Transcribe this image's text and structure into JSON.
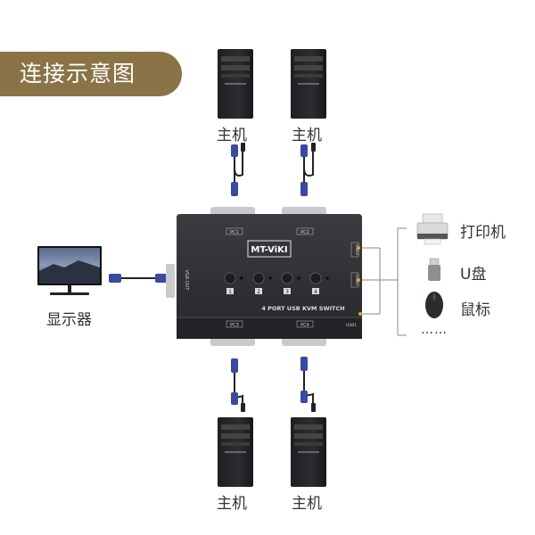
{
  "banner": {
    "title": "连接示意图"
  },
  "hosts": {
    "top_left": "主机",
    "top_right": "主机",
    "bottom_left": "主机",
    "bottom_right": "主机"
  },
  "monitor": {
    "label": "显示器"
  },
  "peripherals": {
    "printer": "打印机",
    "usb_drive": "U盘",
    "mouse": "鼠标",
    "more": "……"
  },
  "device": {
    "brand": "MT-ViKI",
    "model_text": "4 PORT USB KVM SWITCH",
    "port_labels": [
      "PC1",
      "PC2",
      "PC3",
      "PC4"
    ],
    "button_numbers": [
      "1",
      "2",
      "3",
      "4"
    ],
    "usb_labels": [
      "USB1",
      "USB2",
      "USB3"
    ],
    "vga_label": "VGA OUT"
  },
  "colors": {
    "banner": "#8a7346",
    "device": "#2f3033",
    "cable_blue": "#3a4aa0",
    "line_gray": "#8a8a8a"
  }
}
